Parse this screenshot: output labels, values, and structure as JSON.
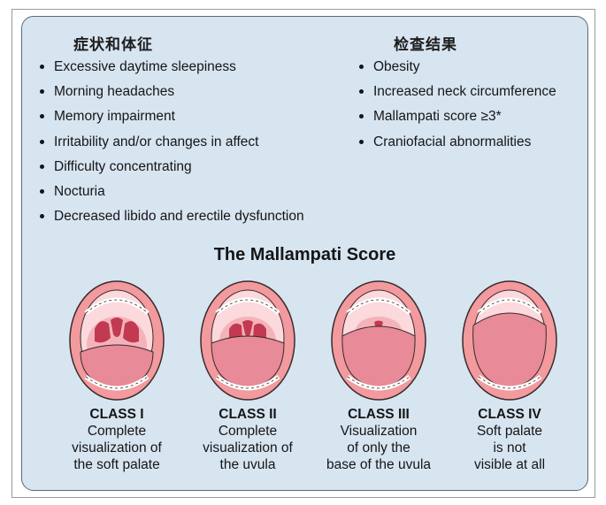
{
  "symptoms": {
    "title": "症状和体征",
    "items": [
      "Excessive daytime sleepiness",
      "Morning headaches",
      "Memory impairment",
      "Irritability and/or changes in affect",
      "Difficulty concentrating",
      "Nocturia",
      "Decreased libido and erectile dysfunction"
    ]
  },
  "findings": {
    "title": "检查结果",
    "items": [
      "Obesity",
      "Increased neck circumference",
      "Mallampati score ≥3*",
      "Craniofacial abnormalities"
    ]
  },
  "mallampati": {
    "title": "The Mallampati Score",
    "classes": [
      {
        "label": "CLASS I",
        "lines": [
          "Complete",
          "visualization of",
          "the soft palate"
        ]
      },
      {
        "label": "CLASS II",
        "lines": [
          "Complete",
          "visualization of",
          "the uvula"
        ]
      },
      {
        "label": "CLASS III",
        "lines": [
          "Visualization",
          "of only the",
          "base of the uvula"
        ]
      },
      {
        "label": "CLASS IV",
        "lines": [
          "Soft palate",
          "is not",
          "visible at all"
        ]
      }
    ]
  },
  "colors": {
    "panel": "#d7e5f1",
    "lip": "#f29a9e",
    "tongue": "#e88a98",
    "throat": "#c23a52",
    "cavity": "#f7c6cb"
  }
}
